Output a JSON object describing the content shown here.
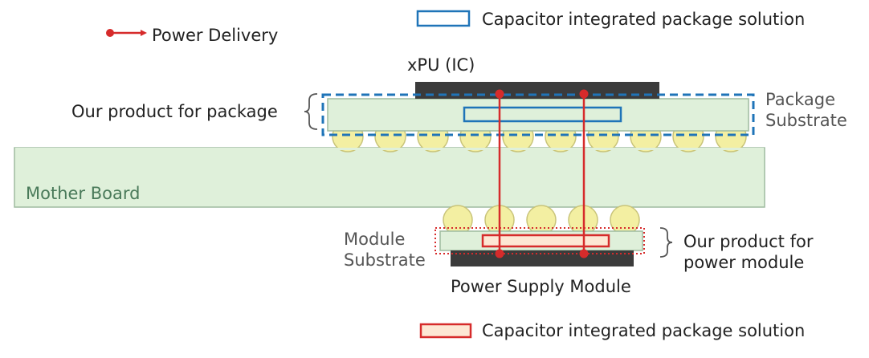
{
  "legend": {
    "power_delivery": "Power Delivery",
    "capacitor_top": "Capacitor integrated package solution",
    "capacitor_bottom": "Capacitor integrated package solution"
  },
  "labels": {
    "xpu": "xPU (IC)",
    "our_product_package": "Our product for package",
    "package_substrate_line1": "Package",
    "package_substrate_line2": "Substrate",
    "mother_board": "Mother Board",
    "module_substrate_line1": "Module",
    "module_substrate_line2": "Substrate",
    "our_product_power_line1": "Our product for",
    "our_product_power_line2": "power module",
    "power_supply_module": "Power Supply Module"
  },
  "colors": {
    "board_fill": "#dff0da",
    "board_stroke": "#9fbca0",
    "chip_fill": "#3b3b3b",
    "bump_fill": "#f3efa2",
    "bump_stroke": "#c9c47a",
    "package_dash": "#1f74b8",
    "capacitor_blue": "#1f74b8",
    "capacitor_red": "#d62b2b",
    "capacitor_red_fill": "#fde7d4",
    "power_line": "#d62b2b",
    "text_dark": "#222222",
    "text_gray": "#555555"
  }
}
